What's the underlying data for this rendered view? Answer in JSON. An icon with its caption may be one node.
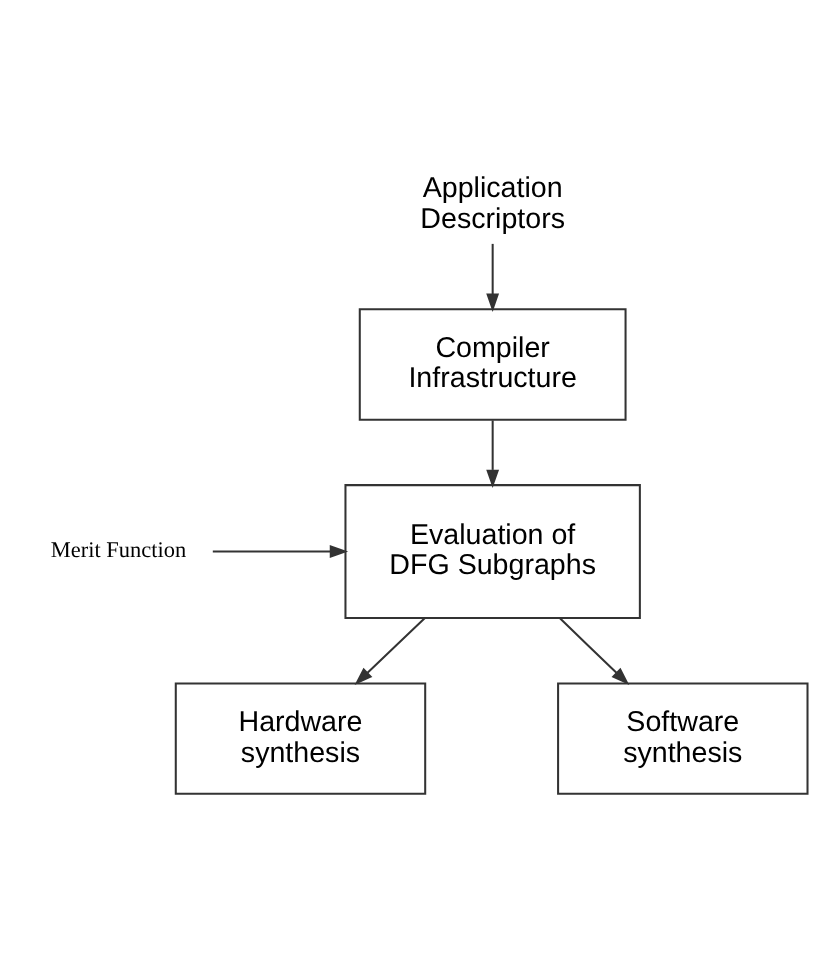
{
  "diagram": {
    "nodes": [
      {
        "text": [
          "Application Descriptors"
        ]
      },
      {
        "text": [
          "Compiler Infrastructure"
        ]
      },
      {
        "text": [
          "Evaluation of DFG Subgraphs"
        ]
      },
      {
        "text": [
          "Merit Function"
        ]
      },
      {
        "text": [
          "Hardware synthesis"
        ]
      },
      {
        "text": [
          "Software synthesis"
        ]
      }
    ],
    "edges": [
      {
        "from": 0,
        "to": 1,
        "arrow": "to"
      },
      {
        "from": 1,
        "to": 2,
        "arrow": "to"
      },
      {
        "from": 3,
        "to": 2,
        "arrow": "to"
      },
      {
        "from": 2,
        "to": 4,
        "arrow": "to"
      },
      {
        "from": 2,
        "to": 5,
        "arrow": "to"
      }
    ]
  }
}
